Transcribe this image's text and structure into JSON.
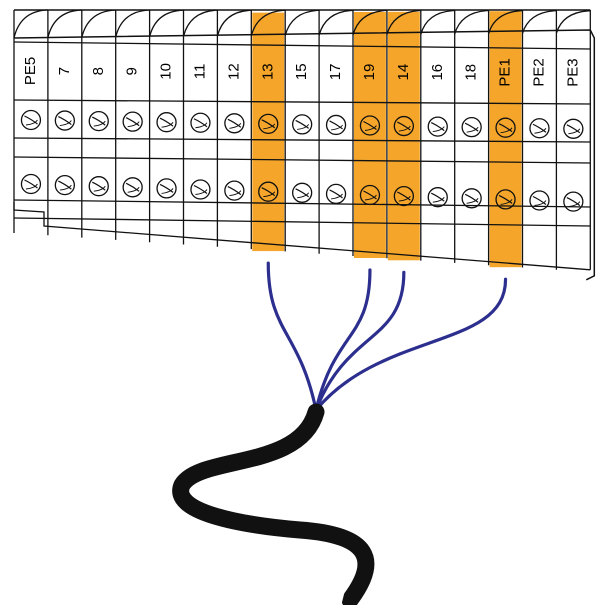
{
  "diagram": {
    "terminals": [
      {
        "label": "PE5",
        "highlighted": false
      },
      {
        "label": "7",
        "highlighted": false
      },
      {
        "label": "8",
        "highlighted": false
      },
      {
        "label": "9",
        "highlighted": false
      },
      {
        "label": "10",
        "highlighted": false
      },
      {
        "label": "11",
        "highlighted": false
      },
      {
        "label": "12",
        "highlighted": false
      },
      {
        "label": "13",
        "highlighted": true
      },
      {
        "label": "15",
        "highlighted": false
      },
      {
        "label": "17",
        "highlighted": false
      },
      {
        "label": "19",
        "highlighted": true
      },
      {
        "label": "14",
        "highlighted": true
      },
      {
        "label": "16",
        "highlighted": false
      },
      {
        "label": "18",
        "highlighted": false
      },
      {
        "label": "PE1",
        "highlighted": true
      },
      {
        "label": "PE2",
        "highlighted": false
      },
      {
        "label": "PE3",
        "highlighted": false
      }
    ],
    "wired_terminals": [
      "13",
      "19",
      "14",
      "PE1"
    ],
    "colors": {
      "highlight": "#f5a62a",
      "wire": "#2d2f8f",
      "cable": "#111111",
      "outline": "#111111",
      "body": "#ffffff"
    }
  }
}
